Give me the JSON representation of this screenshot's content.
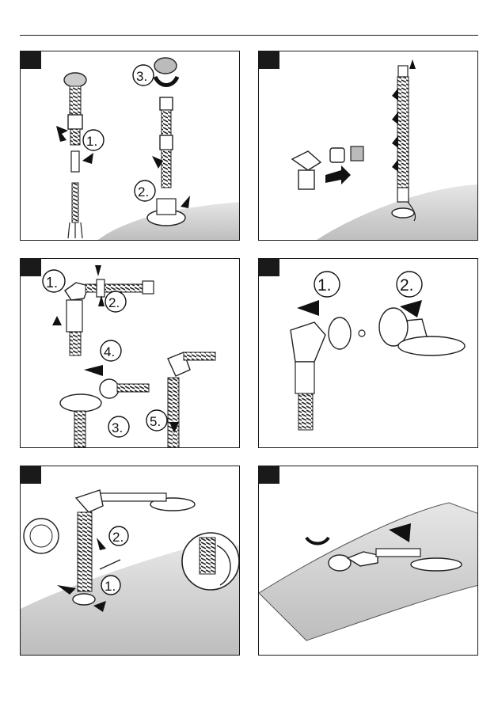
{
  "steps": [
    {
      "labels": [
        "1.",
        "2.",
        "3."
      ]
    },
    {
      "labels": []
    },
    {
      "labels": [
        "1.",
        "2.",
        "3.",
        "4.",
        "5."
      ]
    },
    {
      "labels": [
        "1.",
        "2."
      ]
    },
    {
      "labels": [
        "1.",
        "2."
      ]
    },
    {
      "labels": []
    }
  ],
  "colors": {
    "line": "#1a1a1a",
    "surface": "#d4d4d4",
    "arrow": "#111111"
  }
}
